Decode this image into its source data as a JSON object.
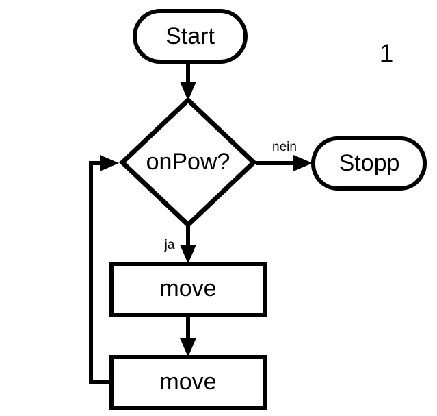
{
  "diagram": {
    "type": "flowchart",
    "language": "de",
    "page_number": "1",
    "colors": {
      "background": "#ffffff",
      "stroke": "#000000",
      "fill": "#ffffff",
      "text": "#000000"
    },
    "nodes": [
      {
        "id": "start",
        "label": "Start",
        "shape": "stadium",
        "role": "terminator-start"
      },
      {
        "id": "decision",
        "label": "onPow?",
        "shape": "diamond",
        "role": "decision"
      },
      {
        "id": "stopp",
        "label": "Stopp",
        "shape": "stadium",
        "role": "terminator-end"
      },
      {
        "id": "move1",
        "label": "move",
        "shape": "rectangle",
        "role": "process"
      },
      {
        "id": "move2",
        "label": "move",
        "shape": "rectangle",
        "role": "process"
      }
    ],
    "edges": [
      {
        "id": "e1",
        "from": "start",
        "to": "decision",
        "label": ""
      },
      {
        "id": "e2",
        "from": "decision",
        "to": "stopp",
        "label": "nein"
      },
      {
        "id": "e3",
        "from": "decision",
        "to": "move1",
        "label": "ja"
      },
      {
        "id": "e4",
        "from": "move1",
        "to": "move2",
        "label": ""
      },
      {
        "id": "e5",
        "from": "move2",
        "to": "decision",
        "label": ""
      }
    ]
  }
}
